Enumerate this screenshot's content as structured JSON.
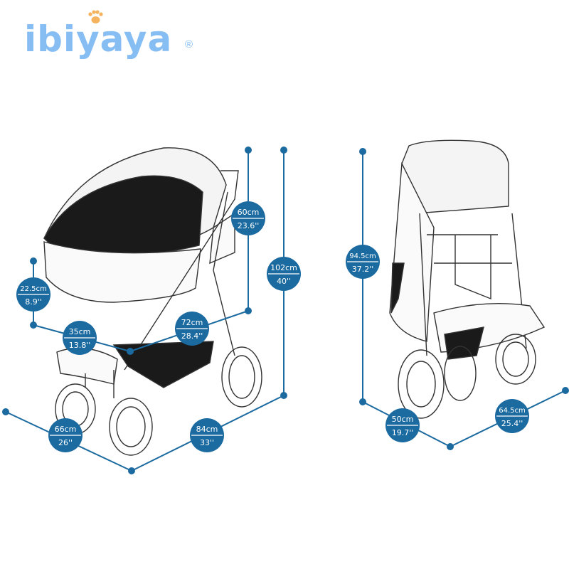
{
  "brand": {
    "logo_text": "ibiyaya",
    "registered_mark": "®",
    "logo_color": "#86bdf3",
    "paw_color": "#f4b35c"
  },
  "accent_color": "#1b6aa0",
  "dimensions": [
    {
      "id": "handle-height",
      "metric": "60cm",
      "imperial": "23.6''"
    },
    {
      "id": "total-height-open",
      "metric": "102cm",
      "imperial": "40''"
    },
    {
      "id": "cabin-depth",
      "metric": "22.5cm",
      "imperial": "8.9''"
    },
    {
      "id": "cabin-width",
      "metric": "35cm",
      "imperial": "13.8''"
    },
    {
      "id": "cabin-length",
      "metric": "72cm",
      "imperial": "28.4''"
    },
    {
      "id": "width-open",
      "metric": "66cm",
      "imperial": "26''"
    },
    {
      "id": "length-open",
      "metric": "84cm",
      "imperial": "33''"
    },
    {
      "id": "height-folded",
      "metric": "94.5cm",
      "imperial": "37.2''"
    },
    {
      "id": "length-folded",
      "metric": "50cm",
      "imperial": "19.7''"
    },
    {
      "id": "width-folded",
      "metric": "64.5cm",
      "imperial": "25.4''"
    }
  ]
}
